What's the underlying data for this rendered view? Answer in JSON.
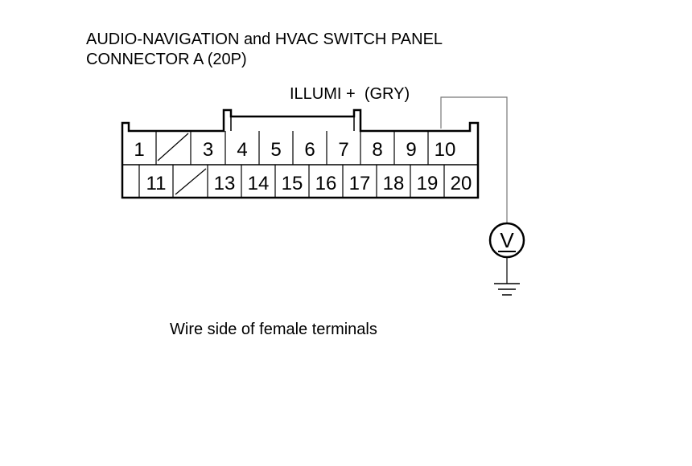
{
  "title": {
    "line1": "AUDIO-NAVIGATION and HVAC SWITCH PANEL",
    "line2": "CONNECTOR A (20P)"
  },
  "wire_label": "ILLUMI +  (GRY)",
  "caption": "Wire side of female terminals",
  "meter_symbol": "V",
  "connector": {
    "top_row": [
      "1",
      "",
      "3",
      "4",
      "5",
      "6",
      "7",
      "8",
      "9",
      "10"
    ],
    "bottom_row": [
      "",
      "11",
      "",
      "13",
      "14",
      "15",
      "16",
      "17",
      "18",
      "19",
      "20"
    ],
    "empty_slot_top_index": 1,
    "empty_slot_bottom_index": 2
  }
}
